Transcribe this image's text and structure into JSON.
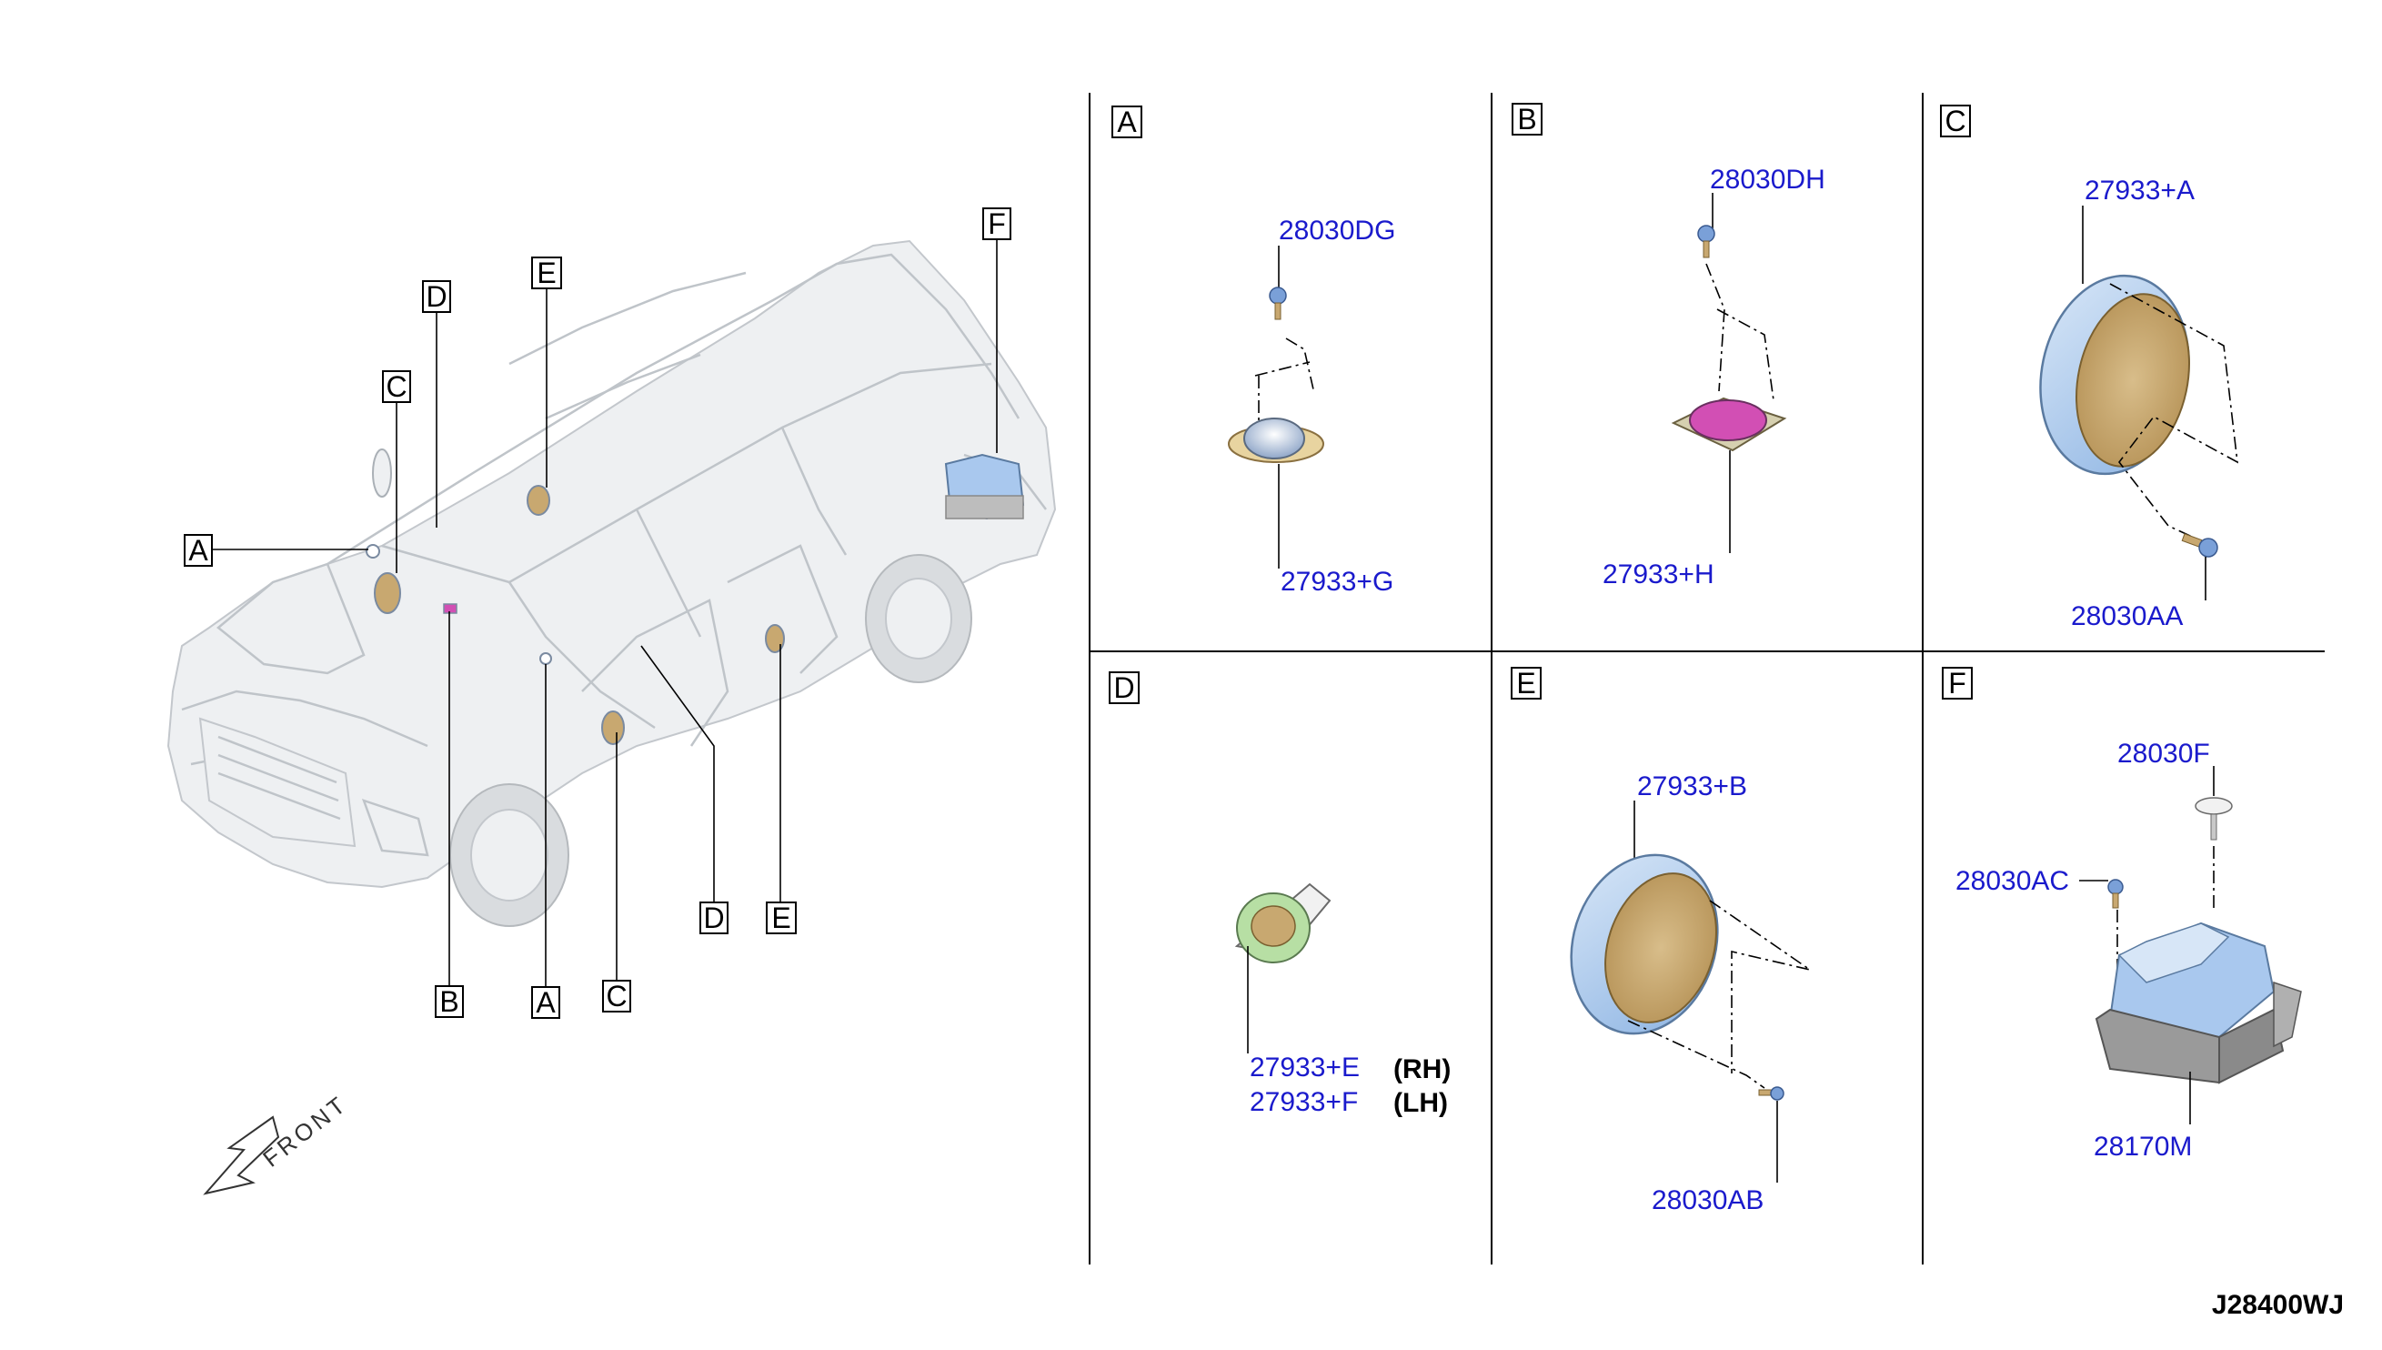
{
  "diagram_code": "J28400WJ",
  "front_label": "FRONT",
  "car_callouts": [
    "A",
    "B",
    "C",
    "D",
    "E",
    "F"
  ],
  "panels": [
    {
      "id": "A",
      "parts": [
        "28030DG",
        "27933+G"
      ]
    },
    {
      "id": "B",
      "parts": [
        "28030DH",
        "27933+H"
      ]
    },
    {
      "id": "C",
      "parts": [
        "27933+A",
        "28030AA"
      ]
    },
    {
      "id": "D",
      "parts": [
        "27933+E",
        "27933+F"
      ],
      "sides": [
        "(RH)",
        "(LH)"
      ]
    },
    {
      "id": "E",
      "parts": [
        "27933+B",
        "28030AB"
      ]
    },
    {
      "id": "F",
      "parts": [
        "28030F",
        "28030AC",
        "28170M"
      ]
    }
  ],
  "colors": {
    "part_number": "#1a1acc",
    "speaker_cone": "#c8a870",
    "tweeter_b": "#d24fb4",
    "housing_blue": "#a9c8ee",
    "subwoofer_gray": "#9a9a9a"
  },
  "icons": [
    "front-arrow-icon",
    "speaker-icon",
    "tweeter-icon",
    "screw-icon",
    "subwoofer-icon",
    "amplifier-icon"
  ]
}
